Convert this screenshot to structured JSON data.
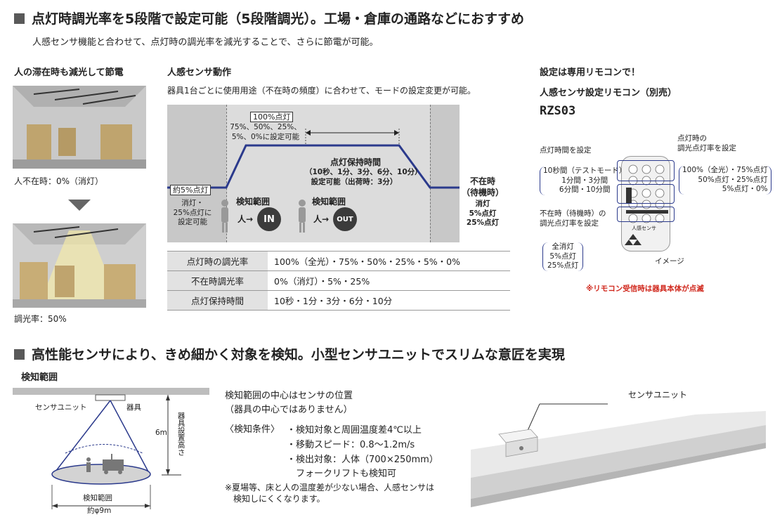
{
  "section1": {
    "title": "点灯時調光率を5段階で設定可能（5段階調光）。工場・倉庫の通路などにおすすめ",
    "subtitle": "人感センサ機能と合わせて、点灯時の調光率を減光することで、さらに節電が可能。",
    "left": {
      "heading": "人の滞在時も減光して節電",
      "caption_top": "人不在時：0%（消灯）",
      "caption_bottom": "調光率：50%"
    },
    "middle": {
      "heading": "人感センサ動作",
      "description": "器具1台ごとに使用用途（不在時の頻度）に合わせて、モードの設定変更が可能。",
      "label_100": "100%点灯",
      "paren_100": [
        "75%、50%、25%、",
        "5%、0%に設定可能"
      ],
      "hold_title": "点灯保持時間",
      "hold_detail": [
        "（10秒、1分、3分、6分、10分）",
        "設定可能（出荷時：3分）"
      ],
      "label_5": "約5%点灯",
      "paren_5": [
        "消灯・",
        "25%点灯に",
        "設定可能"
      ],
      "detect_label": "検知範囲",
      "person_prefix": "人→",
      "in_label": "IN",
      "out_label": "OUT",
      "absent_title": [
        "不在時",
        "（待機時）"
      ],
      "absent_paren": [
        "消灯",
        "5%点灯",
        "25%点灯"
      ]
    },
    "spec_table": [
      {
        "label": "点灯時の調光率",
        "value": "100%（全光）・75%・50%・25%・5%・0%"
      },
      {
        "label": "不在時調光率",
        "value": "0%（消灯）・5%・25%"
      },
      {
        "label": "点灯保持時間",
        "value": "10秒・1分・3分・6分・10分"
      }
    ],
    "right": {
      "heading": "設定は専用リモコンで！",
      "product": "人感センサ設定リモコン（別売）",
      "model": "RZS03",
      "callout_time_title": "点灯時間を設定",
      "callout_time_values": [
        "10秒間（テストモード）",
        "1分間・3分間",
        "6分間・10分間"
      ],
      "callout_dim_title": [
        "点灯時の",
        "調光点灯率を設定"
      ],
      "callout_dim_values": [
        "100%（全光）・75%点灯",
        "50%点灯・25%点灯",
        "5%点灯・0%"
      ],
      "callout_absent_title": [
        "不在時（待機時）の",
        "調光点灯率を設定"
      ],
      "callout_absent_values": [
        "全消灯",
        "5%点灯",
        "25%点灯"
      ],
      "remote_label": "人感センサ",
      "image_caption": "イメージ",
      "note": "※リモコン受信時は器具本体が点滅"
    }
  },
  "section2": {
    "title": "高性能センサにより、きめ細かく対象を検知。小型センサユニットでスリムな意匠を実現",
    "detect_heading": "検知範囲",
    "diagram": {
      "sensor_unit": "センサユニット",
      "fixture": "器具",
      "height_label": "器具設置高さ",
      "height_value": "6m",
      "range_label": "検知範囲",
      "range_value": "約φ9m"
    },
    "center_note": [
      "検知範囲の中心はセンサの位置",
      "（器具の中心ではありません）"
    ],
    "conditions_label": "〈検知条件〉",
    "conditions": [
      "・検知対象と周囲温度差4℃以上",
      "・移動スピード：0.8～1.2m/s",
      "・検出対象：人体（700×250mm）",
      "　フォークリフトも検知可"
    ],
    "footnote": [
      "※夏場等、床と人の温度差が少ない場合、人感センサは",
      "　検知しにくくなります。"
    ],
    "product_label": "センサユニット"
  },
  "colors": {
    "accent_blue": "#2b3a8c",
    "header_square": "#595959",
    "note_red": "#d0271c"
  }
}
